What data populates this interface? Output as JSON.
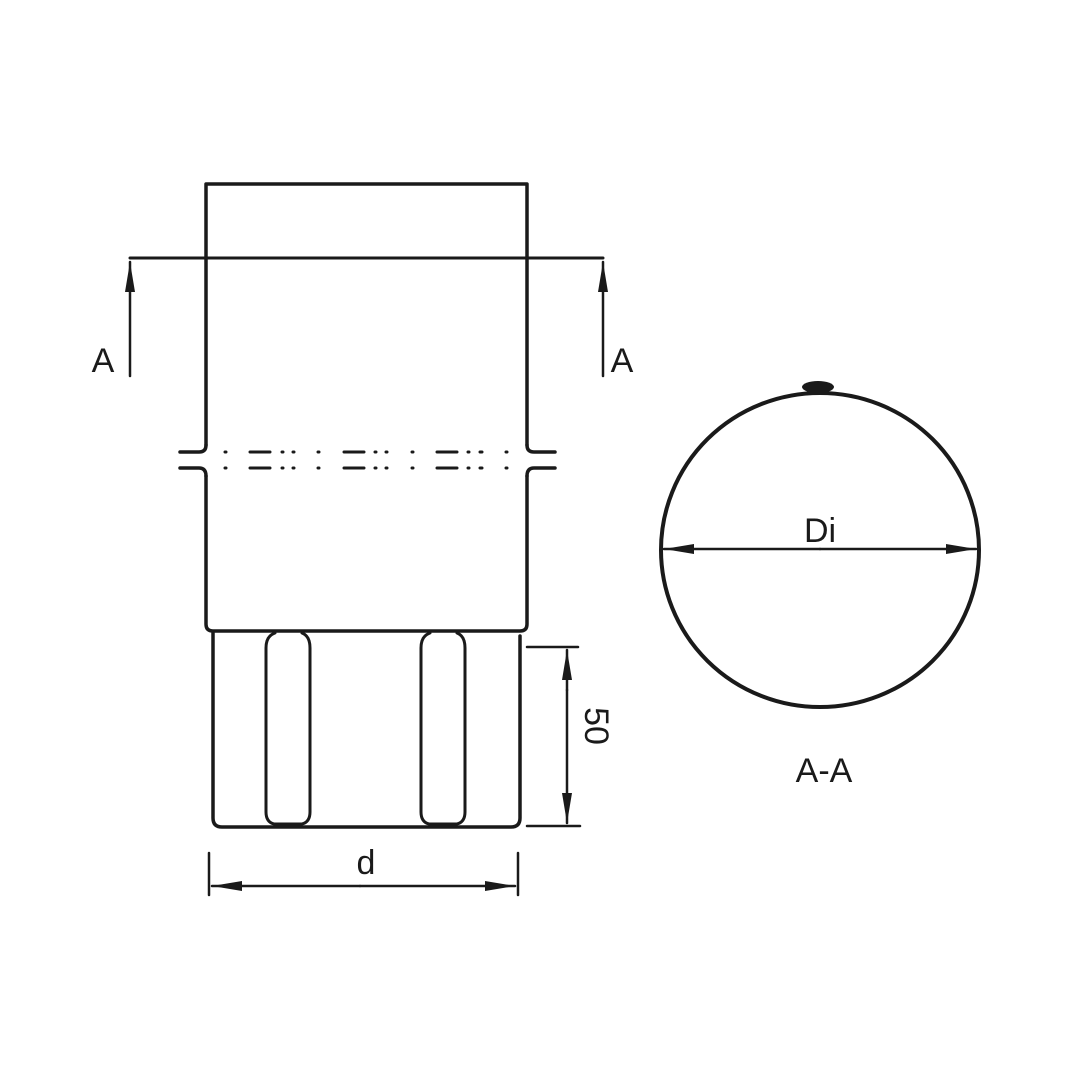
{
  "drawing": {
    "type": "technical-drawing",
    "views": {
      "elevation": {
        "section_marker_left": "A",
        "section_marker_right": "A",
        "dimension_height": "50",
        "dimension_width": "d"
      },
      "section": {
        "title": "A-A",
        "dimension_diameter": "Di"
      }
    },
    "colors": {
      "line": "#1a1a1a",
      "background": "#ffffff"
    }
  }
}
